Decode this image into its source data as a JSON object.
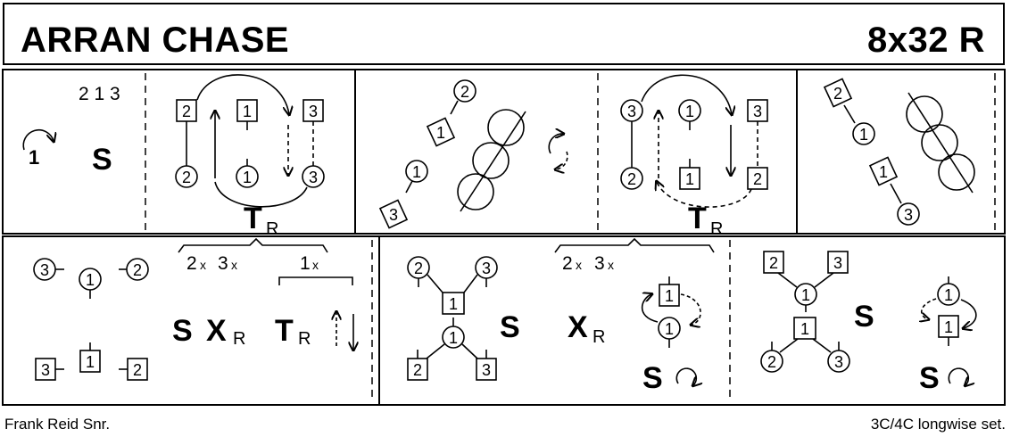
{
  "header": {
    "title": "ARRAN CHASE",
    "format": "8x32 R"
  },
  "footer": {
    "devisor": "Frank Reid Snr.",
    "set": "3C/4C longwise set."
  },
  "labels": {
    "n1": "1",
    "n2": "2",
    "n3": "3",
    "order": "2 1 3",
    "S": "S",
    "T": "T",
    "X": "X",
    "R": "R",
    "two": "2",
    "three": "3",
    "one": "1",
    "x": "x"
  },
  "colors": {
    "ink": "#000000",
    "paper": "#ffffff"
  },
  "icons": [
    "clockwise-turn-icon",
    "set-icon",
    "rotate-arrows-icon",
    "up-down-arrows-icon",
    "loop-arrow-icon"
  ]
}
